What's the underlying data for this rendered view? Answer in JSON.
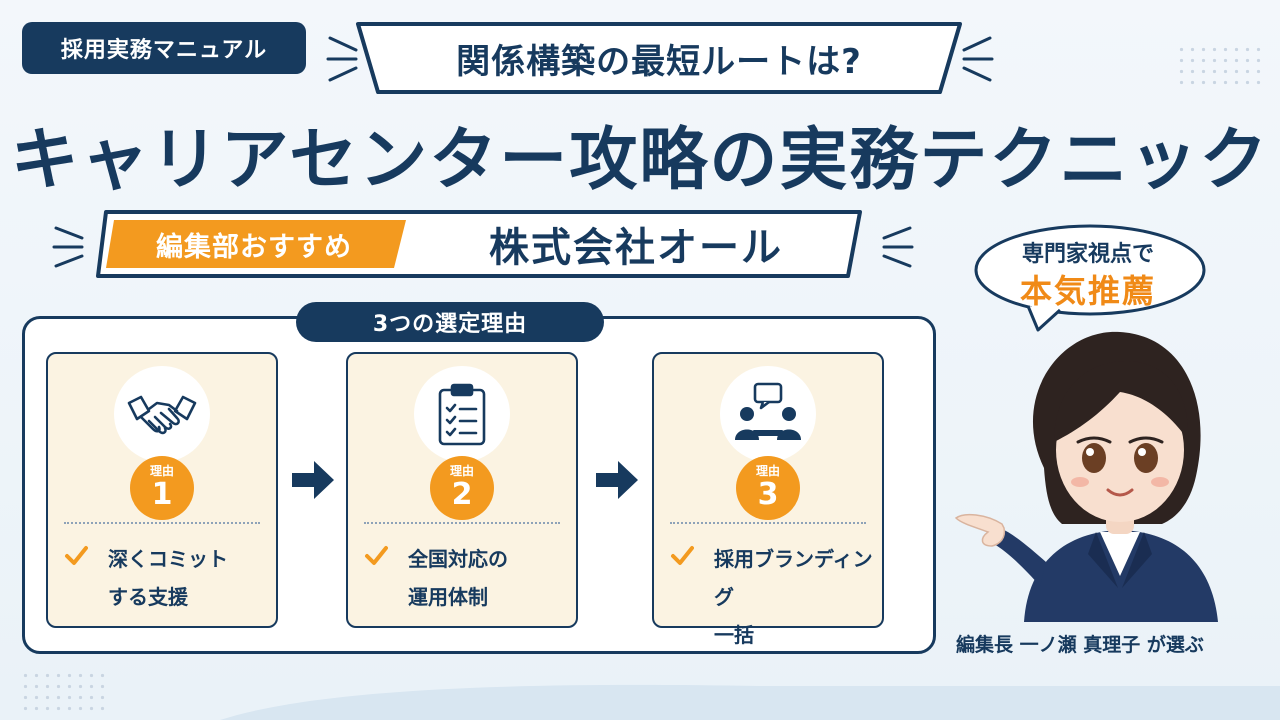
{
  "header": {
    "category": "採用実務マニュアル",
    "question": "関係構築の最短ルートは?",
    "title": "キャリアセンター攻略の実務テクニック"
  },
  "recommendation": {
    "label": "編集部おすすめ",
    "company": "株式会社オール"
  },
  "reasons": {
    "heading": "3つの選定理由",
    "badge_label": "理由",
    "items": [
      {
        "number": "1",
        "line1": "深くコミット",
        "line2": "する支援",
        "icon": "handshake-icon"
      },
      {
        "number": "2",
        "line1": "全国対応の",
        "line2": "運用体制",
        "icon": "clipboard-checklist-icon"
      },
      {
        "number": "3",
        "line1": "採用ブランディング",
        "line2": "一括",
        "icon": "meeting-icon"
      }
    ]
  },
  "speech": {
    "line1": "専門家視点で",
    "line2": "本気推薦"
  },
  "editor": {
    "caption": "編集長 一ノ瀬 真理子 が選ぶ"
  },
  "colors": {
    "navy": "#173a5e",
    "orange": "#f39a1f",
    "card_bg": "#fbf3e2"
  }
}
